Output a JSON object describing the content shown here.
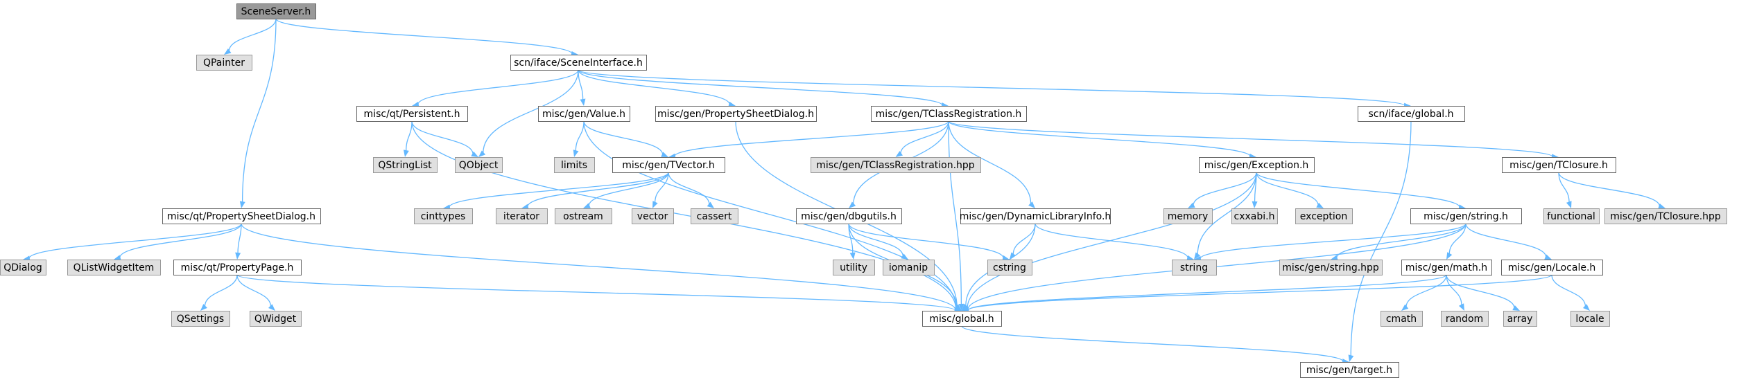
{
  "nodes": [
    {
      "id": "sceneserver",
      "label": "SceneServer.h",
      "style": "root"
    },
    {
      "id": "qpainter",
      "label": "QPainter",
      "style": "external"
    },
    {
      "id": "sceneinterface",
      "label": "scn/iface/SceneInterface.h",
      "style": "file"
    },
    {
      "id": "persistent",
      "label": "misc/qt/Persistent.h",
      "style": "file"
    },
    {
      "id": "value",
      "label": "misc/gen/Value.h",
      "style": "file"
    },
    {
      "id": "gen_propsheet",
      "label": "misc/gen/PropertySheetDialog.h",
      "style": "file"
    },
    {
      "id": "tclassreg",
      "label": "misc/gen/TClassRegistration.h",
      "style": "file"
    },
    {
      "id": "iface_global",
      "label": "scn/iface/global.h",
      "style": "file"
    },
    {
      "id": "qstringlist",
      "label": "QStringList",
      "style": "external"
    },
    {
      "id": "qobject",
      "label": "QObject",
      "style": "external"
    },
    {
      "id": "limits",
      "label": "limits",
      "style": "external"
    },
    {
      "id": "tvector",
      "label": "misc/gen/TVector.h",
      "style": "file"
    },
    {
      "id": "tclassreg_hpp",
      "label": "misc/gen/TClassRegistration.hpp",
      "style": "external"
    },
    {
      "id": "exception_h",
      "label": "misc/gen/Exception.h",
      "style": "file"
    },
    {
      "id": "tclosure",
      "label": "misc/gen/TClosure.h",
      "style": "file"
    },
    {
      "id": "qt_propsheet",
      "label": "misc/qt/PropertySheetDialog.h",
      "style": "file"
    },
    {
      "id": "cinttypes",
      "label": "cinttypes",
      "style": "external"
    },
    {
      "id": "iterator",
      "label": "iterator",
      "style": "external"
    },
    {
      "id": "ostream",
      "label": "ostream",
      "style": "external"
    },
    {
      "id": "vector",
      "label": "vector",
      "style": "external"
    },
    {
      "id": "cassert",
      "label": "cassert",
      "style": "external"
    },
    {
      "id": "dbgutils",
      "label": "misc/gen/dbgutils.h",
      "style": "file"
    },
    {
      "id": "dynlib",
      "label": "misc/gen/DynamicLibraryInfo.h",
      "style": "file"
    },
    {
      "id": "memory",
      "label": "memory",
      "style": "external"
    },
    {
      "id": "cxxabi",
      "label": "cxxabi.h",
      "style": "external"
    },
    {
      "id": "exception",
      "label": "exception",
      "style": "external"
    },
    {
      "id": "string_h",
      "label": "misc/gen/string.h",
      "style": "file"
    },
    {
      "id": "functional",
      "label": "functional",
      "style": "external"
    },
    {
      "id": "tclosure_hpp",
      "label": "misc/gen/TClosure.hpp",
      "style": "external"
    },
    {
      "id": "qdialog",
      "label": "QDialog",
      "style": "external"
    },
    {
      "id": "qlistwidgetitem",
      "label": "QListWidgetItem",
      "style": "external"
    },
    {
      "id": "proppage",
      "label": "misc/qt/PropertyPage.h",
      "style": "file"
    },
    {
      "id": "utility",
      "label": "utility",
      "style": "external"
    },
    {
      "id": "iomanip",
      "label": "iomanip",
      "style": "external"
    },
    {
      "id": "cstring",
      "label": "cstring",
      "style": "external"
    },
    {
      "id": "string",
      "label": "string",
      "style": "external"
    },
    {
      "id": "string_hpp",
      "label": "misc/gen/string.hpp",
      "style": "external"
    },
    {
      "id": "math",
      "label": "misc/gen/math.h",
      "style": "file"
    },
    {
      "id": "locale_h",
      "label": "misc/gen/Locale.h",
      "style": "file"
    },
    {
      "id": "qsettings",
      "label": "QSettings",
      "style": "external"
    },
    {
      "id": "qwidget",
      "label": "QWidget",
      "style": "external"
    },
    {
      "id": "global",
      "label": "misc/global.h",
      "style": "file"
    },
    {
      "id": "cmath",
      "label": "cmath",
      "style": "external"
    },
    {
      "id": "random",
      "label": "random",
      "style": "external"
    },
    {
      "id": "array",
      "label": "array",
      "style": "external"
    },
    {
      "id": "locale",
      "label": "locale",
      "style": "external"
    },
    {
      "id": "target",
      "label": "misc/gen/target.h",
      "style": "file"
    }
  ],
  "edges": [
    [
      "sceneserver",
      "qpainter"
    ],
    [
      "sceneserver",
      "sceneinterface"
    ],
    [
      "sceneserver",
      "qt_propsheet"
    ],
    [
      "sceneinterface",
      "persistent"
    ],
    [
      "sceneinterface",
      "qobject"
    ],
    [
      "sceneinterface",
      "value"
    ],
    [
      "sceneinterface",
      "gen_propsheet"
    ],
    [
      "sceneinterface",
      "tclassreg"
    ],
    [
      "sceneinterface",
      "iface_global"
    ],
    [
      "persistent",
      "qstringlist"
    ],
    [
      "persistent",
      "qobject"
    ],
    [
      "persistent",
      "global"
    ],
    [
      "value",
      "limits"
    ],
    [
      "value",
      "tvector"
    ],
    [
      "value",
      "global"
    ],
    [
      "gen_propsheet",
      "global"
    ],
    [
      "tclassreg",
      "tvector"
    ],
    [
      "tclassreg",
      "dbgutils"
    ],
    [
      "tclassreg",
      "tclassreg_hpp"
    ],
    [
      "tclassreg",
      "dynlib"
    ],
    [
      "tclassreg",
      "global"
    ],
    [
      "tclassreg",
      "exception_h"
    ],
    [
      "tclassreg",
      "tclosure"
    ],
    [
      "iface_global",
      "target"
    ],
    [
      "tvector",
      "cinttypes"
    ],
    [
      "tvector",
      "iterator"
    ],
    [
      "tvector",
      "ostream"
    ],
    [
      "tvector",
      "vector"
    ],
    [
      "tvector",
      "cassert"
    ],
    [
      "dbgutils",
      "utility"
    ],
    [
      "dbgutils",
      "iomanip"
    ],
    [
      "dbgutils",
      "cstring"
    ],
    [
      "dbgutils",
      "global"
    ],
    [
      "dynlib",
      "cstring"
    ],
    [
      "dynlib",
      "string"
    ],
    [
      "dynlib",
      "global"
    ],
    [
      "exception_h",
      "memory"
    ],
    [
      "exception_h",
      "cxxabi"
    ],
    [
      "exception_h",
      "exception"
    ],
    [
      "exception_h",
      "string"
    ],
    [
      "exception_h",
      "string_h"
    ],
    [
      "exception_h",
      "global"
    ],
    [
      "tclosure",
      "functional"
    ],
    [
      "tclosure",
      "tclosure_hpp"
    ],
    [
      "qt_propsheet",
      "qdialog"
    ],
    [
      "qt_propsheet",
      "qlistwidgetitem"
    ],
    [
      "qt_propsheet",
      "proppage"
    ],
    [
      "qt_propsheet",
      "global"
    ],
    [
      "proppage",
      "qsettings"
    ],
    [
      "proppage",
      "qwidget"
    ],
    [
      "proppage",
      "global"
    ],
    [
      "string_h",
      "string"
    ],
    [
      "string_h",
      "string_hpp"
    ],
    [
      "string_h",
      "math"
    ],
    [
      "string_h",
      "locale_h"
    ],
    [
      "string_h",
      "global"
    ],
    [
      "math",
      "cmath"
    ],
    [
      "math",
      "random"
    ],
    [
      "math",
      "array"
    ],
    [
      "math",
      "global"
    ],
    [
      "locale_h",
      "locale"
    ],
    [
      "locale_h",
      "global"
    ],
    [
      "global",
      "target"
    ]
  ],
  "colors": {
    "edge": "#63b8ff",
    "file_fill": "#ffffff",
    "file_border": "#666666",
    "external_fill": "#e0e0e0",
    "external_border": "#999999",
    "root_fill": "#999999",
    "root_border": "#666666",
    "text": "#000000"
  }
}
